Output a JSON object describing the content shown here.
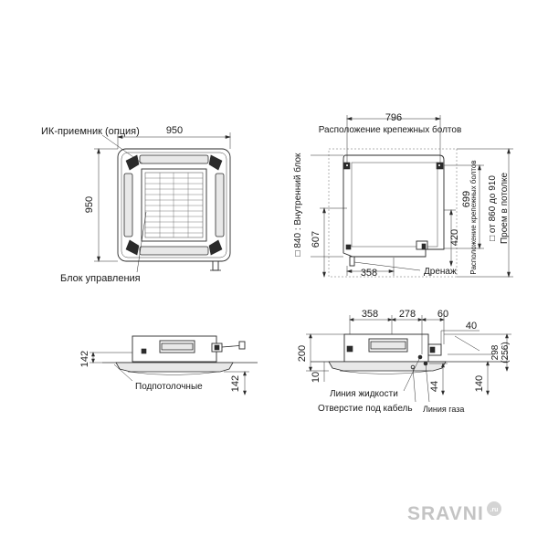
{
  "top_view": {
    "width_label": "950",
    "height_label": "950",
    "ir_receiver_label": "ИК-приемник (опция)",
    "control_block_label": "Блок управления"
  },
  "bolt_view": {
    "width_label": "796",
    "bolt_location_label": "Расположение крепежных болтов",
    "indoor_unit_label": "□ 840 : Внутренний блок",
    "dim_607": "607",
    "dim_699": "699",
    "bolt_location_vertical": "Расположение крепежных болтов",
    "dim_420": "420",
    "ceiling_opening_1": "□ от 860 до 910",
    "ceiling_opening_2": "Проем в потолке",
    "dim_358": "358",
    "drain_label": "Дренаж"
  },
  "side_view_left": {
    "dim_142_left": "142",
    "dim_142_right": "142",
    "ceiling_label": "Подпотолочные"
  },
  "side_view_right": {
    "dim_358": "358",
    "dim_278": "278",
    "dim_60": "60",
    "dim_40": "40",
    "dim_200": "200",
    "dim_10": "10",
    "dim_44": "44",
    "dim_140": "140",
    "dim_298": "298",
    "dim_256": "(256)",
    "liquid_line_label": "Линия жидкости",
    "gas_line_label": "Линия газа",
    "cable_hole_label": "Отверстие под кабель"
  },
  "watermark": {
    "text": "SRAVNI",
    "suffix": ".ru"
  }
}
